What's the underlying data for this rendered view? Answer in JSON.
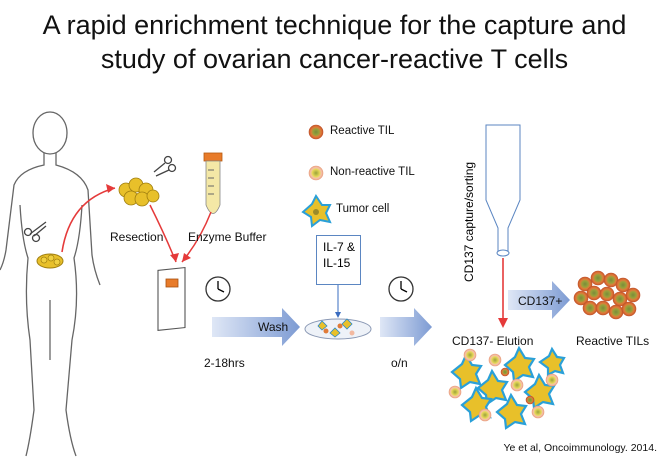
{
  "title": {
    "line1": "A rapid enrichment technique for the capture and",
    "line2": "study of ovarian cancer-reactive T cells"
  },
  "legend": {
    "reactive": "Reactive TIL",
    "nonreactive": "Non-reactive TIL",
    "tumor": "Tumor cell"
  },
  "labels": {
    "resection": "Resection",
    "enzyme_buffer": "Enzyme Buffer",
    "cytokines_line1": "IL-7 &",
    "cytokines_line2": "IL-15",
    "wash": "Wash",
    "duration": "2-18hrs",
    "overnight": "o/n",
    "cd137_capture": "CD137 capture/sorting",
    "cd137_positive": "CD137+",
    "cd137_negative": "CD137- Elution",
    "reactive_tils": "Reactive TILs"
  },
  "citation": "Ye et al, Oncoimmunology. 2014.",
  "colors": {
    "reactive_cell": "#e07b39",
    "nonreactive_cell": "#f2b9a0",
    "tumor_cell": "#e8c02a",
    "arrow_red": "#e53a3a",
    "arrow_blue": "#8fa9d8"
  }
}
